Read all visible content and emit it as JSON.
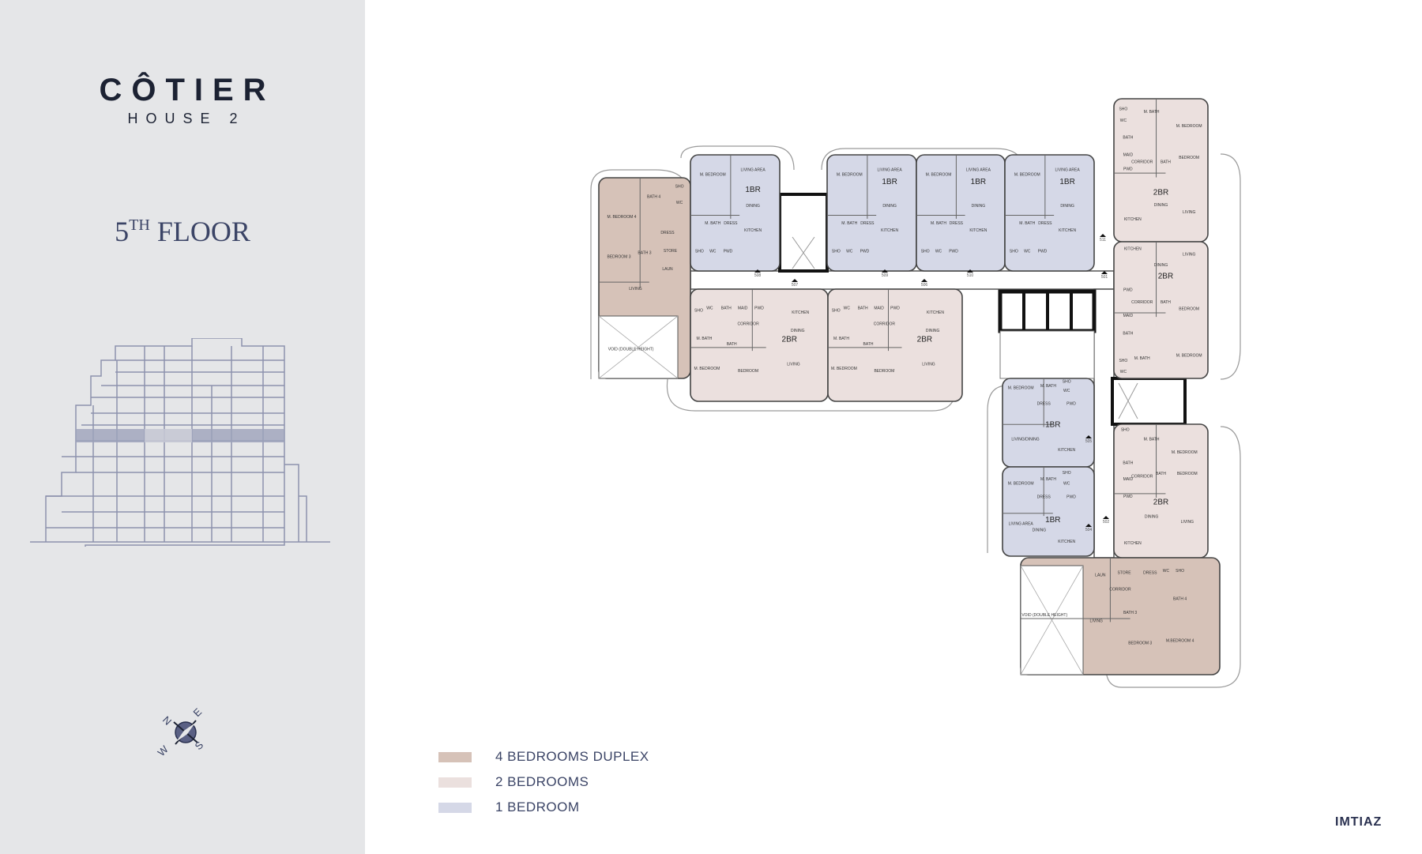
{
  "brand": {
    "name": "CÔTIER",
    "subtitle": "HOUSE 2",
    "developer": "IMTIAZ"
  },
  "floor": {
    "number": "5",
    "suffix": "TH",
    "label": "FLOOR"
  },
  "compass": {
    "n": "N",
    "e": "E",
    "s": "S",
    "w": "W"
  },
  "colors": {
    "duplex": "#d6c2b8",
    "two_br": "#ebe0de",
    "one_br": "#d5d8e7",
    "sidebar": "#e5e6e8",
    "text": "#3b4466"
  },
  "legend": [
    {
      "label": "4 BEDROOMS DUPLEX",
      "color": "#d6c2b8"
    },
    {
      "label": "2 BEDROOMS",
      "color": "#ebe0de"
    },
    {
      "label": "1 BEDROOM",
      "color": "#d5d8e7"
    }
  ],
  "units": [
    {
      "type": "duplex",
      "label": "",
      "rooms": [
        "M. BEDROOM 4",
        "BATH 4",
        "SHO",
        "WC",
        "DRESS",
        "BEDROOM 3",
        "BATH 3",
        "STORE",
        "LAUN",
        "LIVING",
        "VOID (DOUBLE HEIGHT)"
      ]
    },
    {
      "type": "one_br",
      "label": "1BR",
      "rooms": [
        "M. BEDROOM",
        "LIVING AREA",
        "DINING",
        "M. BATH",
        "DRESS",
        "KITCHEN",
        "SHO",
        "WC",
        "PWD"
      ]
    },
    {
      "type": "one_br",
      "label": "1BR",
      "rooms": [
        "M. BEDROOM",
        "LIVING AREA",
        "DINING",
        "M. BATH",
        "DRESS",
        "KITCHEN",
        "SHO",
        "WC",
        "PWD"
      ]
    },
    {
      "type": "one_br",
      "label": "1BR",
      "rooms": [
        "M. BEDROOM",
        "LIVING AREA",
        "DINING",
        "M. BATH",
        "DRESS",
        "KITCHEN",
        "SHO",
        "WC",
        "PWD"
      ]
    },
    {
      "type": "one_br",
      "label": "1BR",
      "rooms": [
        "M. BEDROOM",
        "LIVING AREA",
        "DINING",
        "M. BATH",
        "DRESS",
        "KITCHEN",
        "SHO",
        "WC",
        "PWD"
      ]
    },
    {
      "type": "two_br",
      "label": "2BR",
      "rooms": [
        "SHO",
        "WC",
        "BATH",
        "MAID",
        "PWD",
        "KITCHEN",
        "CORRIDOR",
        "M. BATH",
        "DINING",
        "BATH",
        "M. BEDROOM",
        "BEDROOM",
        "LIVING"
      ]
    },
    {
      "type": "two_br",
      "label": "2BR",
      "rooms": [
        "SHO",
        "WC",
        "BATH",
        "MAID",
        "PWD",
        "KITCHEN",
        "CORRIDOR",
        "M. BATH",
        "DINING",
        "BATH",
        "M. BEDROOM",
        "BEDROOM",
        "LIVING"
      ]
    },
    {
      "type": "two_br",
      "label": "2BR",
      "rooms": [
        "SHO",
        "WC",
        "M. BATH",
        "M. BEDROOM",
        "BATH",
        "MAID",
        "PWD",
        "CORRIDOR",
        "BATH",
        "BEDROOM",
        "DINING",
        "KITCHEN",
        "LIVING"
      ]
    },
    {
      "type": "two_br",
      "label": "2BR",
      "rooms": [
        "KITCHEN",
        "LIVING",
        "DINING",
        "PWD",
        "CORRIDOR",
        "BATH",
        "BEDROOM",
        "MAID",
        "BATH",
        "SHO",
        "M. BATH",
        "M. BEDROOM",
        "WC"
      ]
    },
    {
      "type": "one_br",
      "label": "1BR",
      "rooms": [
        "M. BEDROOM",
        "M. BATH",
        "SHO",
        "WC",
        "DRESS",
        "PWD",
        "LIVING/DINING",
        "KITCHEN"
      ]
    },
    {
      "type": "one_br",
      "label": "1BR",
      "rooms": [
        "M. BEDROOM",
        "M. BATH",
        "SHO",
        "WC",
        "DRESS",
        "PWD",
        "LIVING AREA",
        "DINING",
        "KITCHEN"
      ]
    },
    {
      "type": "two_br",
      "label": "2BR",
      "rooms": [
        "SHO",
        "M. BATH",
        "M. BEDROOM",
        "BATH",
        "MAID",
        "CORRIDOR",
        "BATH",
        "BEDROOM",
        "PWD",
        "DINING",
        "LIVING",
        "KITCHEN"
      ]
    },
    {
      "type": "duplex",
      "label": "",
      "rooms": [
        "LAUN",
        "STORE",
        "DRESS",
        "WC",
        "SHO",
        "CORRIDOR",
        "BATH 4",
        "BATH 3",
        "LIVING",
        "BEDROOM 3",
        "M.BEDROOM 4",
        "VOID (DOUBLE HEIGHT)"
      ]
    }
  ],
  "doors": [
    "508",
    "509",
    "510",
    "507",
    "506",
    "511",
    "501",
    "505",
    "502",
    "504"
  ]
}
